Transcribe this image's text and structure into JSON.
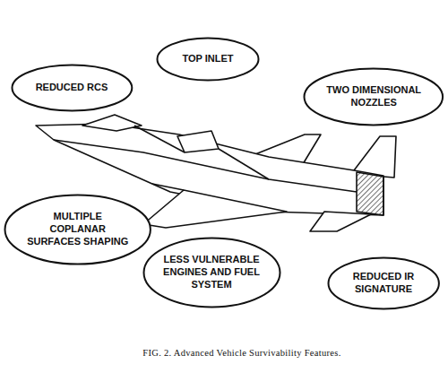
{
  "diagram": {
    "caption": "FIG. 2. Advanced Vehicle Survivability Features.",
    "nodes": [
      {
        "text": [
          "REDUCED RCS"
        ]
      },
      {
        "text": [
          "TOP INLET"
        ]
      },
      {
        "text": [
          "TWO DIMENSIONAL NOZZLES"
        ]
      },
      {
        "text": [
          "MULTIPLE COPLANAR SURFACES SHAPING"
        ]
      },
      {
        "text": [
          "LESS VULNERABLE ENGINES AND FUEL SYSTEM"
        ]
      },
      {
        "text": [
          "REDUCED IR SIGNATURE"
        ]
      }
    ]
  }
}
